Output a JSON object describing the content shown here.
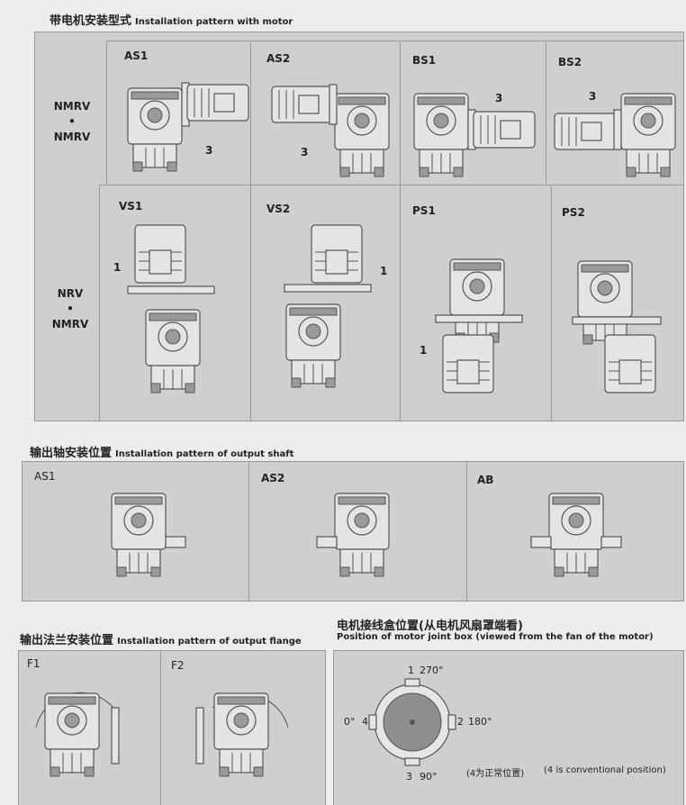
{
  "motor_section": {
    "title_cn": "带电机安装型式",
    "title_en": "Installation pattern with motor",
    "row1_label": [
      "NMRV",
      "•",
      "NMRV"
    ],
    "row2_label": [
      "NRV",
      "•",
      "NMRV"
    ],
    "cells": [
      {
        "label": "AS1",
        "number": "3"
      },
      {
        "label": "AS2",
        "number": "3"
      },
      {
        "label": "BS1",
        "number": "3"
      },
      {
        "label": "BS2",
        "number": "3"
      },
      {
        "label": "VS1",
        "number": "1"
      },
      {
        "label": "VS2",
        "number": "1"
      },
      {
        "label": "PS1",
        "number": "1"
      },
      {
        "label": "PS2",
        "number": ""
      }
    ]
  },
  "shaft_section": {
    "title_cn": "输出轴安装位置",
    "title_en": "Installation pattern of output shaft",
    "cells": [
      {
        "label": "AS1"
      },
      {
        "label": "AS2"
      },
      {
        "label": "AB"
      }
    ]
  },
  "flange_section": {
    "title_cn": "输出法兰安装位置",
    "title_en": "Installation pattern of output flange",
    "cells": [
      {
        "label": "F1"
      },
      {
        "label": "F2"
      }
    ]
  },
  "joint_box_section": {
    "title_cn": "电机接线盒位置(从电机风扇罩端看)",
    "title_en": "Position of motor joint box (viewed from the fan of the motor)",
    "pos_top": "1",
    "deg_top": "270°",
    "pos_right": "2",
    "deg_right": "180°",
    "pos_bottom": "3",
    "deg_bottom": "90°",
    "pos_left": "4",
    "deg_left": "0°",
    "note_cn": "(4为正常位置)",
    "note_en": "(4 is conventional position)"
  }
}
